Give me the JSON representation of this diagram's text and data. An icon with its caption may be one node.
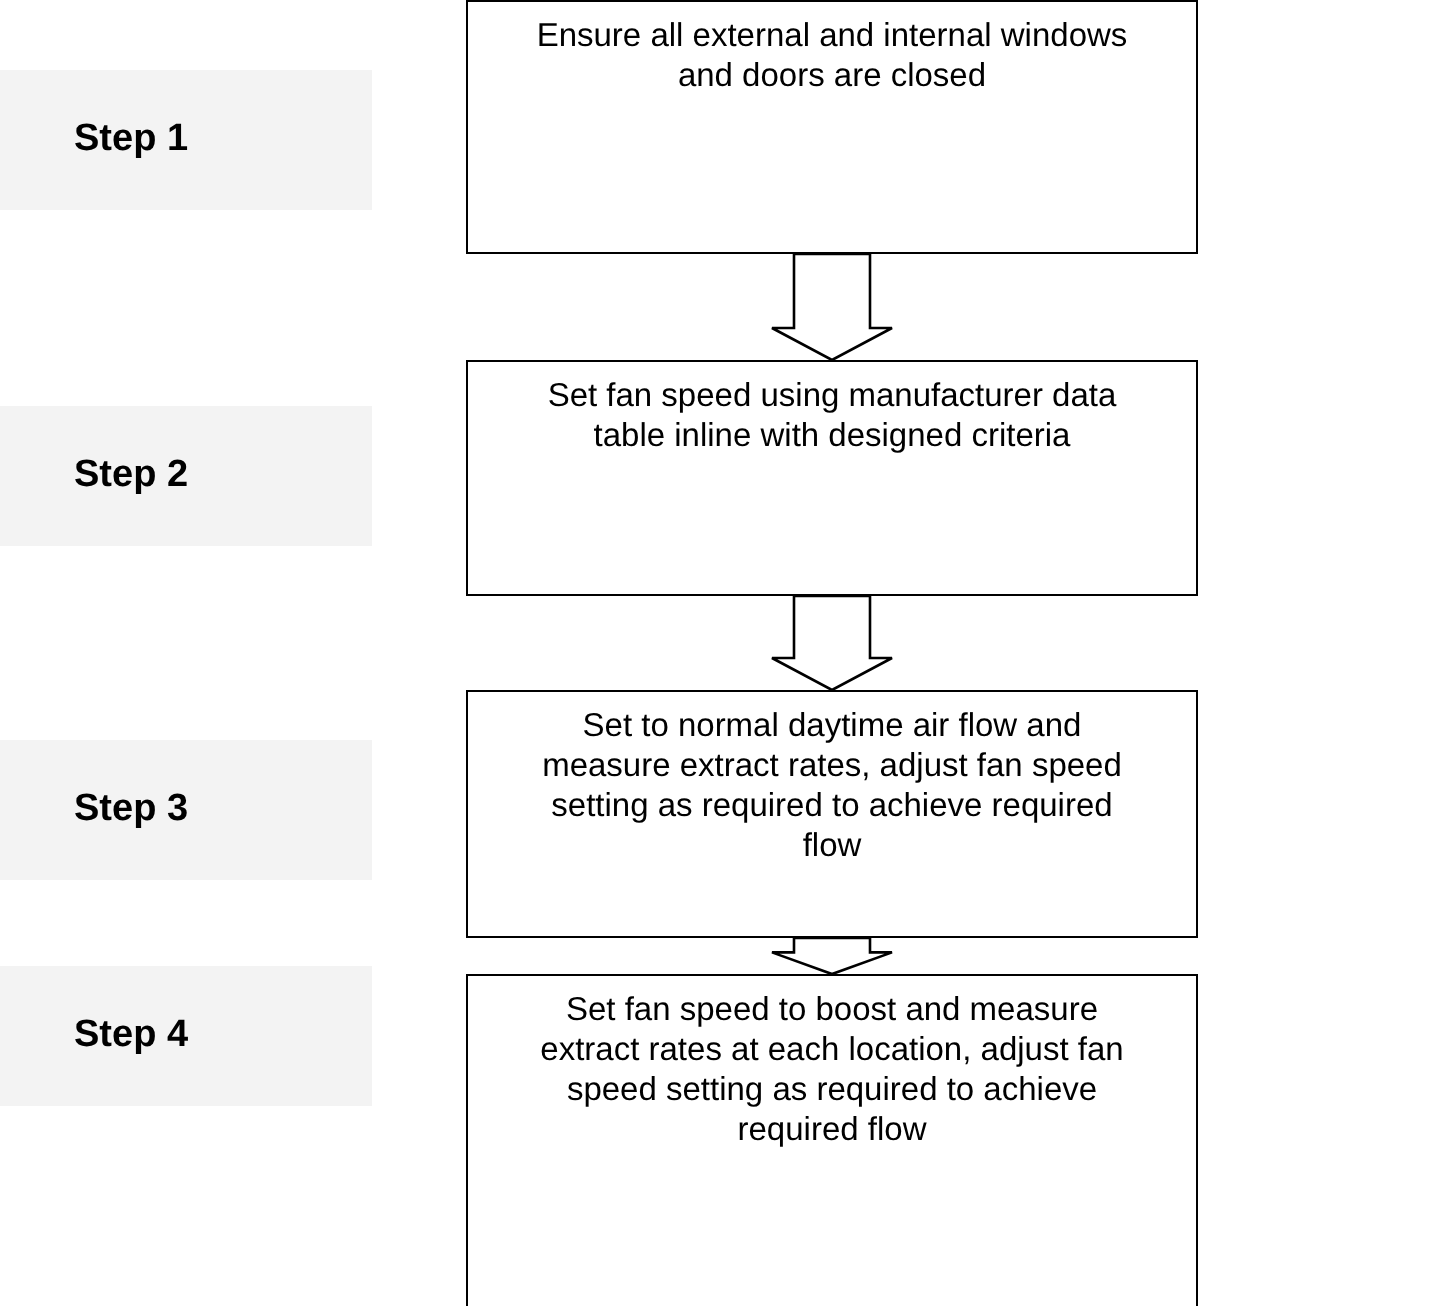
{
  "diagram": {
    "nodes": [
      {
        "text": [
          "Step 1"
        ]
      },
      {
        "text": [
          "Ensure all external and internal windows and doors are closed"
        ]
      },
      {
        "text": [
          "Step 2"
        ]
      },
      {
        "text": [
          "Set fan speed using manufacturer data table inline with designed criteria"
        ]
      },
      {
        "text": [
          "Step 3"
        ]
      },
      {
        "text": [
          "Set to normal daytime air flow and measure extract rates, adjust fan speed setting as required to achieve required flow"
        ]
      },
      {
        "text": [
          "Step 4"
        ]
      },
      {
        "text": [
          "Set fan speed to boost and measure extract rates at each location, adjust fan speed setting as required to achieve required flow"
        ]
      }
    ],
    "edges": [
      {
        "from": 1,
        "to": 3,
        "arrow": "to"
      },
      {
        "from": 3,
        "to": 5,
        "arrow": "to"
      },
      {
        "from": 5,
        "to": 7,
        "arrow": "to"
      }
    ]
  }
}
